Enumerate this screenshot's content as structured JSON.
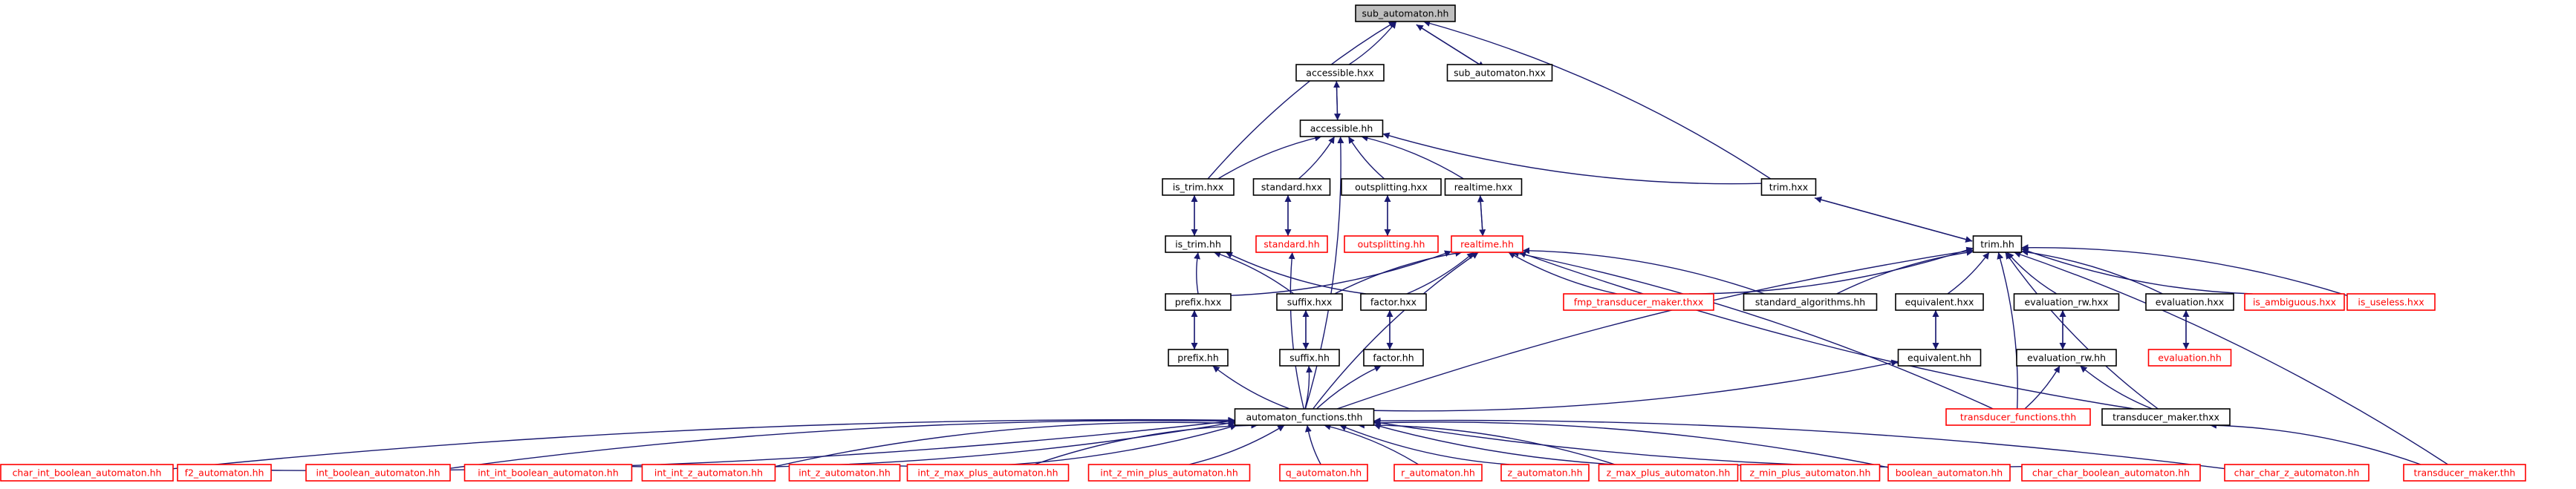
{
  "colors": {
    "edge": "#191970",
    "node_border": "#000000",
    "node_border_incomplete": "#ff0000",
    "root_fill": "#bfbfbf",
    "node_fill": "#ffffff",
    "text": "#000000",
    "text_incomplete": "#ff0000"
  },
  "nodes": [
    {
      "id": "sub_automaton_hh",
      "label": "sub_automaton.hh",
      "style": "root"
    },
    {
      "id": "accessible_hxx",
      "label": "accessible.hxx",
      "style": "normal"
    },
    {
      "id": "sub_automaton_hxx",
      "label": "sub_automaton.hxx",
      "style": "normal"
    },
    {
      "id": "accessible_hh",
      "label": "accessible.hh",
      "style": "normal"
    },
    {
      "id": "trim_hxx",
      "label": "trim.hxx",
      "style": "normal"
    },
    {
      "id": "is_trim_hxx",
      "label": "is_trim.hxx",
      "style": "normal"
    },
    {
      "id": "standard_hxx",
      "label": "standard.hxx",
      "style": "normal"
    },
    {
      "id": "outsplitting_hxx",
      "label": "outsplitting.hxx",
      "style": "normal"
    },
    {
      "id": "realtime_hxx",
      "label": "realtime.hxx",
      "style": "normal"
    },
    {
      "id": "trim_hh",
      "label": "trim.hh",
      "style": "normal"
    },
    {
      "id": "is_trim_hh",
      "label": "is_trim.hh",
      "style": "normal"
    },
    {
      "id": "standard_hh",
      "label": "standard.hh",
      "style": "incomplete"
    },
    {
      "id": "outsplitting_hh",
      "label": "outsplitting.hh",
      "style": "incomplete"
    },
    {
      "id": "realtime_hh",
      "label": "realtime.hh",
      "style": "incomplete"
    },
    {
      "id": "prefix_hxx",
      "label": "prefix.hxx",
      "style": "normal"
    },
    {
      "id": "suffix_hxx",
      "label": "suffix.hxx",
      "style": "normal"
    },
    {
      "id": "factor_hxx",
      "label": "factor.hxx",
      "style": "normal"
    },
    {
      "id": "fmp_transducer_maker_thxx",
      "label": "fmp_transducer_maker.thxx",
      "style": "incomplete"
    },
    {
      "id": "standard_algorithms_hh",
      "label": "standard_algorithms.hh",
      "style": "normal"
    },
    {
      "id": "equivalent_hxx",
      "label": "equivalent.hxx",
      "style": "normal"
    },
    {
      "id": "evaluation_rw_hxx",
      "label": "evaluation_rw.hxx",
      "style": "normal"
    },
    {
      "id": "evaluation_hxx",
      "label": "evaluation.hxx",
      "style": "normal"
    },
    {
      "id": "is_ambiguous_hxx",
      "label": "is_ambiguous.hxx",
      "style": "incomplete"
    },
    {
      "id": "is_useless_hxx",
      "label": "is_useless.hxx",
      "style": "incomplete"
    },
    {
      "id": "prefix_hh",
      "label": "prefix.hh",
      "style": "normal"
    },
    {
      "id": "suffix_hh",
      "label": "suffix.hh",
      "style": "normal"
    },
    {
      "id": "factor_hh",
      "label": "factor.hh",
      "style": "normal"
    },
    {
      "id": "equivalent_hh",
      "label": "equivalent.hh",
      "style": "normal"
    },
    {
      "id": "evaluation_rw_hh",
      "label": "evaluation_rw.hh",
      "style": "normal"
    },
    {
      "id": "evaluation_hh",
      "label": "evaluation.hh",
      "style": "incomplete"
    },
    {
      "id": "automaton_functions_thh",
      "label": "automaton_functions.thh",
      "style": "normal"
    },
    {
      "id": "transducer_functions_thh",
      "label": "transducer_functions.thh",
      "style": "incomplete"
    },
    {
      "id": "transducer_maker_thxx",
      "label": "transducer_maker.thxx",
      "style": "normal"
    },
    {
      "id": "char_int_boolean_automaton_hh",
      "label": "char_int_boolean_automaton.hh",
      "style": "incomplete"
    },
    {
      "id": "f2_automaton_hh",
      "label": "f2_automaton.hh",
      "style": "incomplete"
    },
    {
      "id": "int_boolean_automaton_hh",
      "label": "int_boolean_automaton.hh",
      "style": "incomplete"
    },
    {
      "id": "int_int_boolean_automaton_hh",
      "label": "int_int_boolean_automaton.hh",
      "style": "incomplete"
    },
    {
      "id": "int_int_z_automaton_hh",
      "label": "int_int_z_automaton.hh",
      "style": "incomplete"
    },
    {
      "id": "int_z_automaton_hh",
      "label": "int_z_automaton.hh",
      "style": "incomplete"
    },
    {
      "id": "int_z_max_plus_automaton_hh",
      "label": "int_z_max_plus_automaton.hh",
      "style": "incomplete"
    },
    {
      "id": "int_z_min_plus_automaton_hh",
      "label": "int_z_min_plus_automaton.hh",
      "style": "incomplete"
    },
    {
      "id": "q_automaton_hh",
      "label": "q_automaton.hh",
      "style": "incomplete"
    },
    {
      "id": "r_automaton_hh",
      "label": "r_automaton.hh",
      "style": "incomplete"
    },
    {
      "id": "z_automaton_hh",
      "label": "z_automaton.hh",
      "style": "incomplete"
    },
    {
      "id": "z_max_plus_automaton_hh",
      "label": "z_max_plus_automaton.hh",
      "style": "incomplete"
    },
    {
      "id": "z_min_plus_automaton_hh",
      "label": "z_min_plus_automaton.hh",
      "style": "incomplete"
    },
    {
      "id": "boolean_automaton_hh",
      "label": "boolean_automaton.hh",
      "style": "incomplete"
    },
    {
      "id": "char_char_boolean_automaton_hh",
      "label": "char_char_boolean_automaton.hh",
      "style": "incomplete"
    },
    {
      "id": "char_char_z_automaton_hh",
      "label": "char_char_z_automaton.hh",
      "style": "incomplete"
    },
    {
      "id": "transducer_maker_thh",
      "label": "transducer_maker.thh",
      "style": "incomplete"
    }
  ],
  "edges": [
    [
      "accessible_hxx",
      "sub_automaton_hh"
    ],
    [
      "sub_automaton_hxx",
      "sub_automaton_hh"
    ],
    [
      "sub_automaton_hh",
      "sub_automaton_hxx"
    ],
    [
      "is_trim_hxx",
      "sub_automaton_hh"
    ],
    [
      "trim_hxx",
      "sub_automaton_hh"
    ],
    [
      "accessible_hh",
      "accessible_hxx"
    ],
    [
      "accessible_hxx",
      "accessible_hh"
    ],
    [
      "is_trim_hxx",
      "accessible_hh"
    ],
    [
      "standard_hxx",
      "accessible_hh"
    ],
    [
      "outsplitting_hxx",
      "accessible_hh"
    ],
    [
      "realtime_hxx",
      "accessible_hh"
    ],
    [
      "trim_hxx",
      "accessible_hh"
    ],
    [
      "automaton_functions_thh",
      "accessible_hh"
    ],
    [
      "trim_hh",
      "trim_hxx"
    ],
    [
      "trim_hxx",
      "trim_hh"
    ],
    [
      "is_trim_hh",
      "is_trim_hxx"
    ],
    [
      "is_trim_hxx",
      "is_trim_hh"
    ],
    [
      "standard_hh",
      "standard_hxx"
    ],
    [
      "standard_hxx",
      "standard_hh"
    ],
    [
      "outsplitting_hh",
      "outsplitting_hxx"
    ],
    [
      "outsplitting_hxx",
      "outsplitting_hh"
    ],
    [
      "realtime_hh",
      "realtime_hxx"
    ],
    [
      "realtime_hxx",
      "realtime_hh"
    ],
    [
      "prefix_hxx",
      "is_trim_hh"
    ],
    [
      "suffix_hxx",
      "is_trim_hh"
    ],
    [
      "factor_hxx",
      "is_trim_hh"
    ],
    [
      "prefix_hxx",
      "realtime_hh"
    ],
    [
      "suffix_hxx",
      "realtime_hh"
    ],
    [
      "factor_hxx",
      "realtime_hh"
    ],
    [
      "fmp_transducer_maker_thxx",
      "realtime_hh"
    ],
    [
      "standard_algorithms_hh",
      "realtime_hh"
    ],
    [
      "automaton_functions_thh",
      "realtime_hh"
    ],
    [
      "transducer_functions_thh",
      "realtime_hh"
    ],
    [
      "transducer_maker_thxx",
      "realtime_hh"
    ],
    [
      "fmp_transducer_maker_thxx",
      "trim_hh"
    ],
    [
      "standard_algorithms_hh",
      "trim_hh"
    ],
    [
      "equivalent_hxx",
      "trim_hh"
    ],
    [
      "evaluation_rw_hxx",
      "trim_hh"
    ],
    [
      "evaluation_hxx",
      "trim_hh"
    ],
    [
      "is_ambiguous_hxx",
      "trim_hh"
    ],
    [
      "is_useless_hxx",
      "trim_hh"
    ],
    [
      "automaton_functions_thh",
      "trim_hh"
    ],
    [
      "transducer_functions_thh",
      "trim_hh"
    ],
    [
      "transducer_maker_thxx",
      "trim_hh"
    ],
    [
      "transducer_maker_thh",
      "trim_hh"
    ],
    [
      "prefix_hh",
      "prefix_hxx"
    ],
    [
      "prefix_hxx",
      "prefix_hh"
    ],
    [
      "suffix_hh",
      "suffix_hxx"
    ],
    [
      "suffix_hxx",
      "suffix_hh"
    ],
    [
      "factor_hh",
      "factor_hxx"
    ],
    [
      "factor_hxx",
      "factor_hh"
    ],
    [
      "equivalent_hh",
      "equivalent_hxx"
    ],
    [
      "equivalent_hxx",
      "equivalent_hh"
    ],
    [
      "evaluation_rw_hh",
      "evaluation_rw_hxx"
    ],
    [
      "evaluation_rw_hxx",
      "evaluation_rw_hh"
    ],
    [
      "evaluation_hh",
      "evaluation_hxx"
    ],
    [
      "evaluation_hxx",
      "evaluation_hh"
    ],
    [
      "automaton_functions_thh",
      "prefix_hh"
    ],
    [
      "automaton_functions_thh",
      "suffix_hh"
    ],
    [
      "automaton_functions_thh",
      "factor_hh"
    ],
    [
      "automaton_functions_thh",
      "equivalent_hh"
    ],
    [
      "automaton_functions_thh",
      "standard_hh"
    ],
    [
      "transducer_functions_thh",
      "evaluation_rw_hh"
    ],
    [
      "transducer_maker_thxx",
      "evaluation_rw_hh"
    ],
    [
      "transducer_maker_thh",
      "transducer_maker_thxx"
    ],
    [
      "char_int_boolean_automaton_hh",
      "automaton_functions_thh"
    ],
    [
      "f2_automaton_hh",
      "automaton_functions_thh"
    ],
    [
      "int_boolean_automaton_hh",
      "automaton_functions_thh"
    ],
    [
      "int_int_boolean_automaton_hh",
      "automaton_functions_thh"
    ],
    [
      "int_int_z_automaton_hh",
      "automaton_functions_thh"
    ],
    [
      "int_z_automaton_hh",
      "automaton_functions_thh"
    ],
    [
      "int_z_max_plus_automaton_hh",
      "automaton_functions_thh"
    ],
    [
      "int_z_min_plus_automaton_hh",
      "automaton_functions_thh"
    ],
    [
      "q_automaton_hh",
      "automaton_functions_thh"
    ],
    [
      "r_automaton_hh",
      "automaton_functions_thh"
    ],
    [
      "z_automaton_hh",
      "automaton_functions_thh"
    ],
    [
      "z_max_plus_automaton_hh",
      "automaton_functions_thh"
    ],
    [
      "z_min_plus_automaton_hh",
      "automaton_functions_thh"
    ],
    [
      "boolean_automaton_hh",
      "automaton_functions_thh"
    ],
    [
      "char_char_boolean_automaton_hh",
      "automaton_functions_thh"
    ],
    [
      "char_char_z_automaton_hh",
      "automaton_functions_thh"
    ]
  ]
}
